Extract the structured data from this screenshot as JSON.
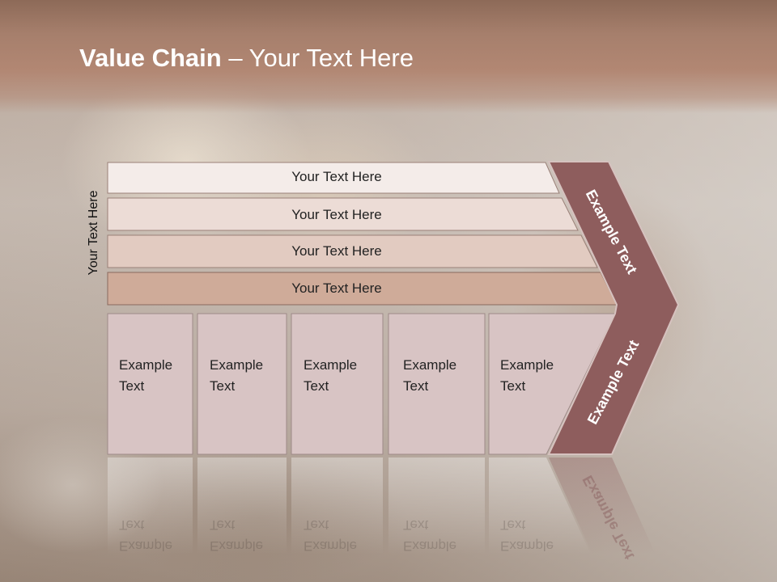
{
  "title": {
    "bold": "Value Chain",
    "rest": " – Your Text Here"
  },
  "side_label": "Your Text Here",
  "rows": [
    {
      "text": "Your Text Here"
    },
    {
      "text": "Your Text Here"
    },
    {
      "text": "Your Text Here"
    },
    {
      "text": "Your Text Here"
    }
  ],
  "boxes": [
    {
      "line1": "Example",
      "line2": "Text"
    },
    {
      "line1": "Example",
      "line2": "Text"
    },
    {
      "line1": "Example",
      "line2": "Text"
    },
    {
      "line1": "Example",
      "line2": "Text"
    },
    {
      "line1": "Example",
      "line2": "Text"
    }
  ],
  "chevron": {
    "upper": "Example Text",
    "lower": "Example Text"
  },
  "colors": {
    "header": "#a67f6c",
    "chevron": "#8e5d5d",
    "row1": "#f4ece9",
    "row2": "#ecdcd6",
    "row3": "#e2cbc1",
    "row4": "#cfab99",
    "box": "#d8c4c4"
  }
}
